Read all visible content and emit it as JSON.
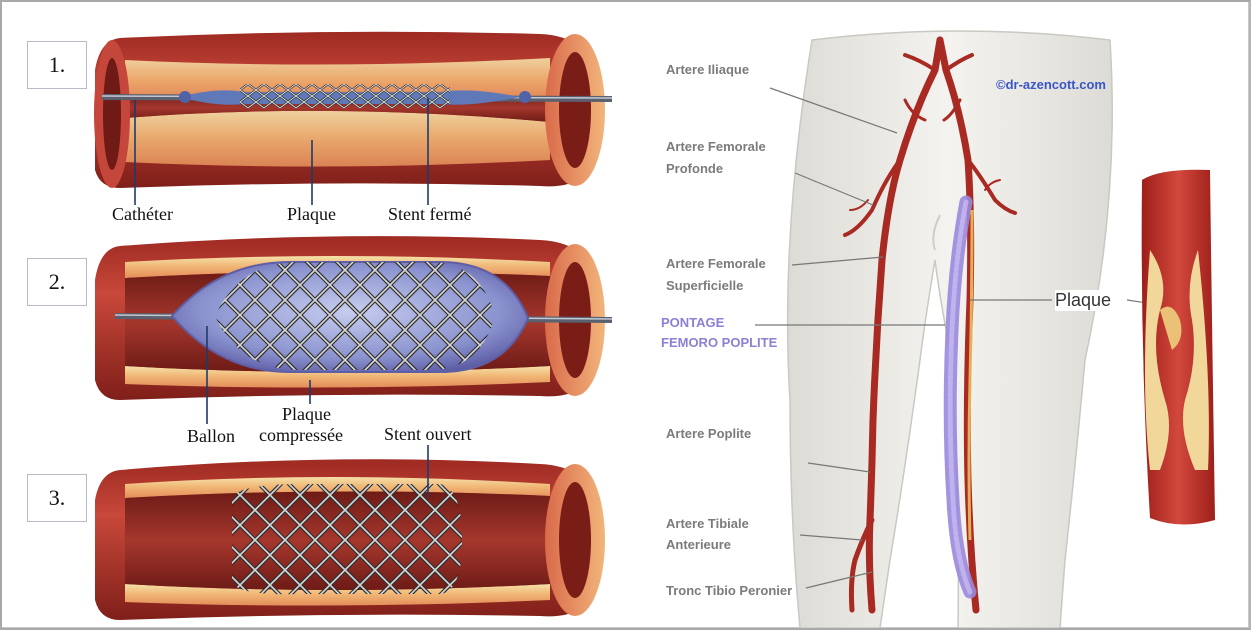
{
  "stent_panel": {
    "steps": [
      "1.",
      "2.",
      "3."
    ],
    "labels": {
      "catheter": "Cathéter",
      "plaque": "Plaque",
      "closed_stent": "Stent fermé",
      "balloon": "Ballon",
      "compressed_plaque_line1": "Plaque",
      "compressed_plaque_line2": "compressée",
      "open_stent": "Stent ouvert"
    }
  },
  "anatomy_panel": {
    "copyright": "©dr-azencott.com",
    "labels": {
      "iliac": "Artere Iliaque",
      "deep_femoral_line1": "Artere Femorale",
      "deep_femoral_line2": "Profonde",
      "superficial_femoral_line1": "Artere Femorale",
      "superficial_femoral_line2": "Superficielle",
      "bypass_line1": "PONTAGE",
      "bypass_line2": "FEMORO POPLITE",
      "popliteal": "Artere Poplite",
      "tibial_line1": "Artere Tibiale",
      "tibial_line2": "Anterieure",
      "tibio_peroneal": "Tronc Tibio Peronier",
      "plaque": "Plaque"
    }
  },
  "colors": {
    "artery_outer": "#b3332a",
    "artery_inner": "#e89a5d",
    "lumen": "#8a2a22",
    "plaque": "#f2d79b",
    "stent": "#3a3a3a",
    "balloon": "#7d88c9",
    "bypass": "#a99be0",
    "leg_skin": "#ecebe6",
    "anatomy_text": "#7b7b7b",
    "bypass_text": "#8c7fd4",
    "copyright_text": "#3a56c7"
  }
}
